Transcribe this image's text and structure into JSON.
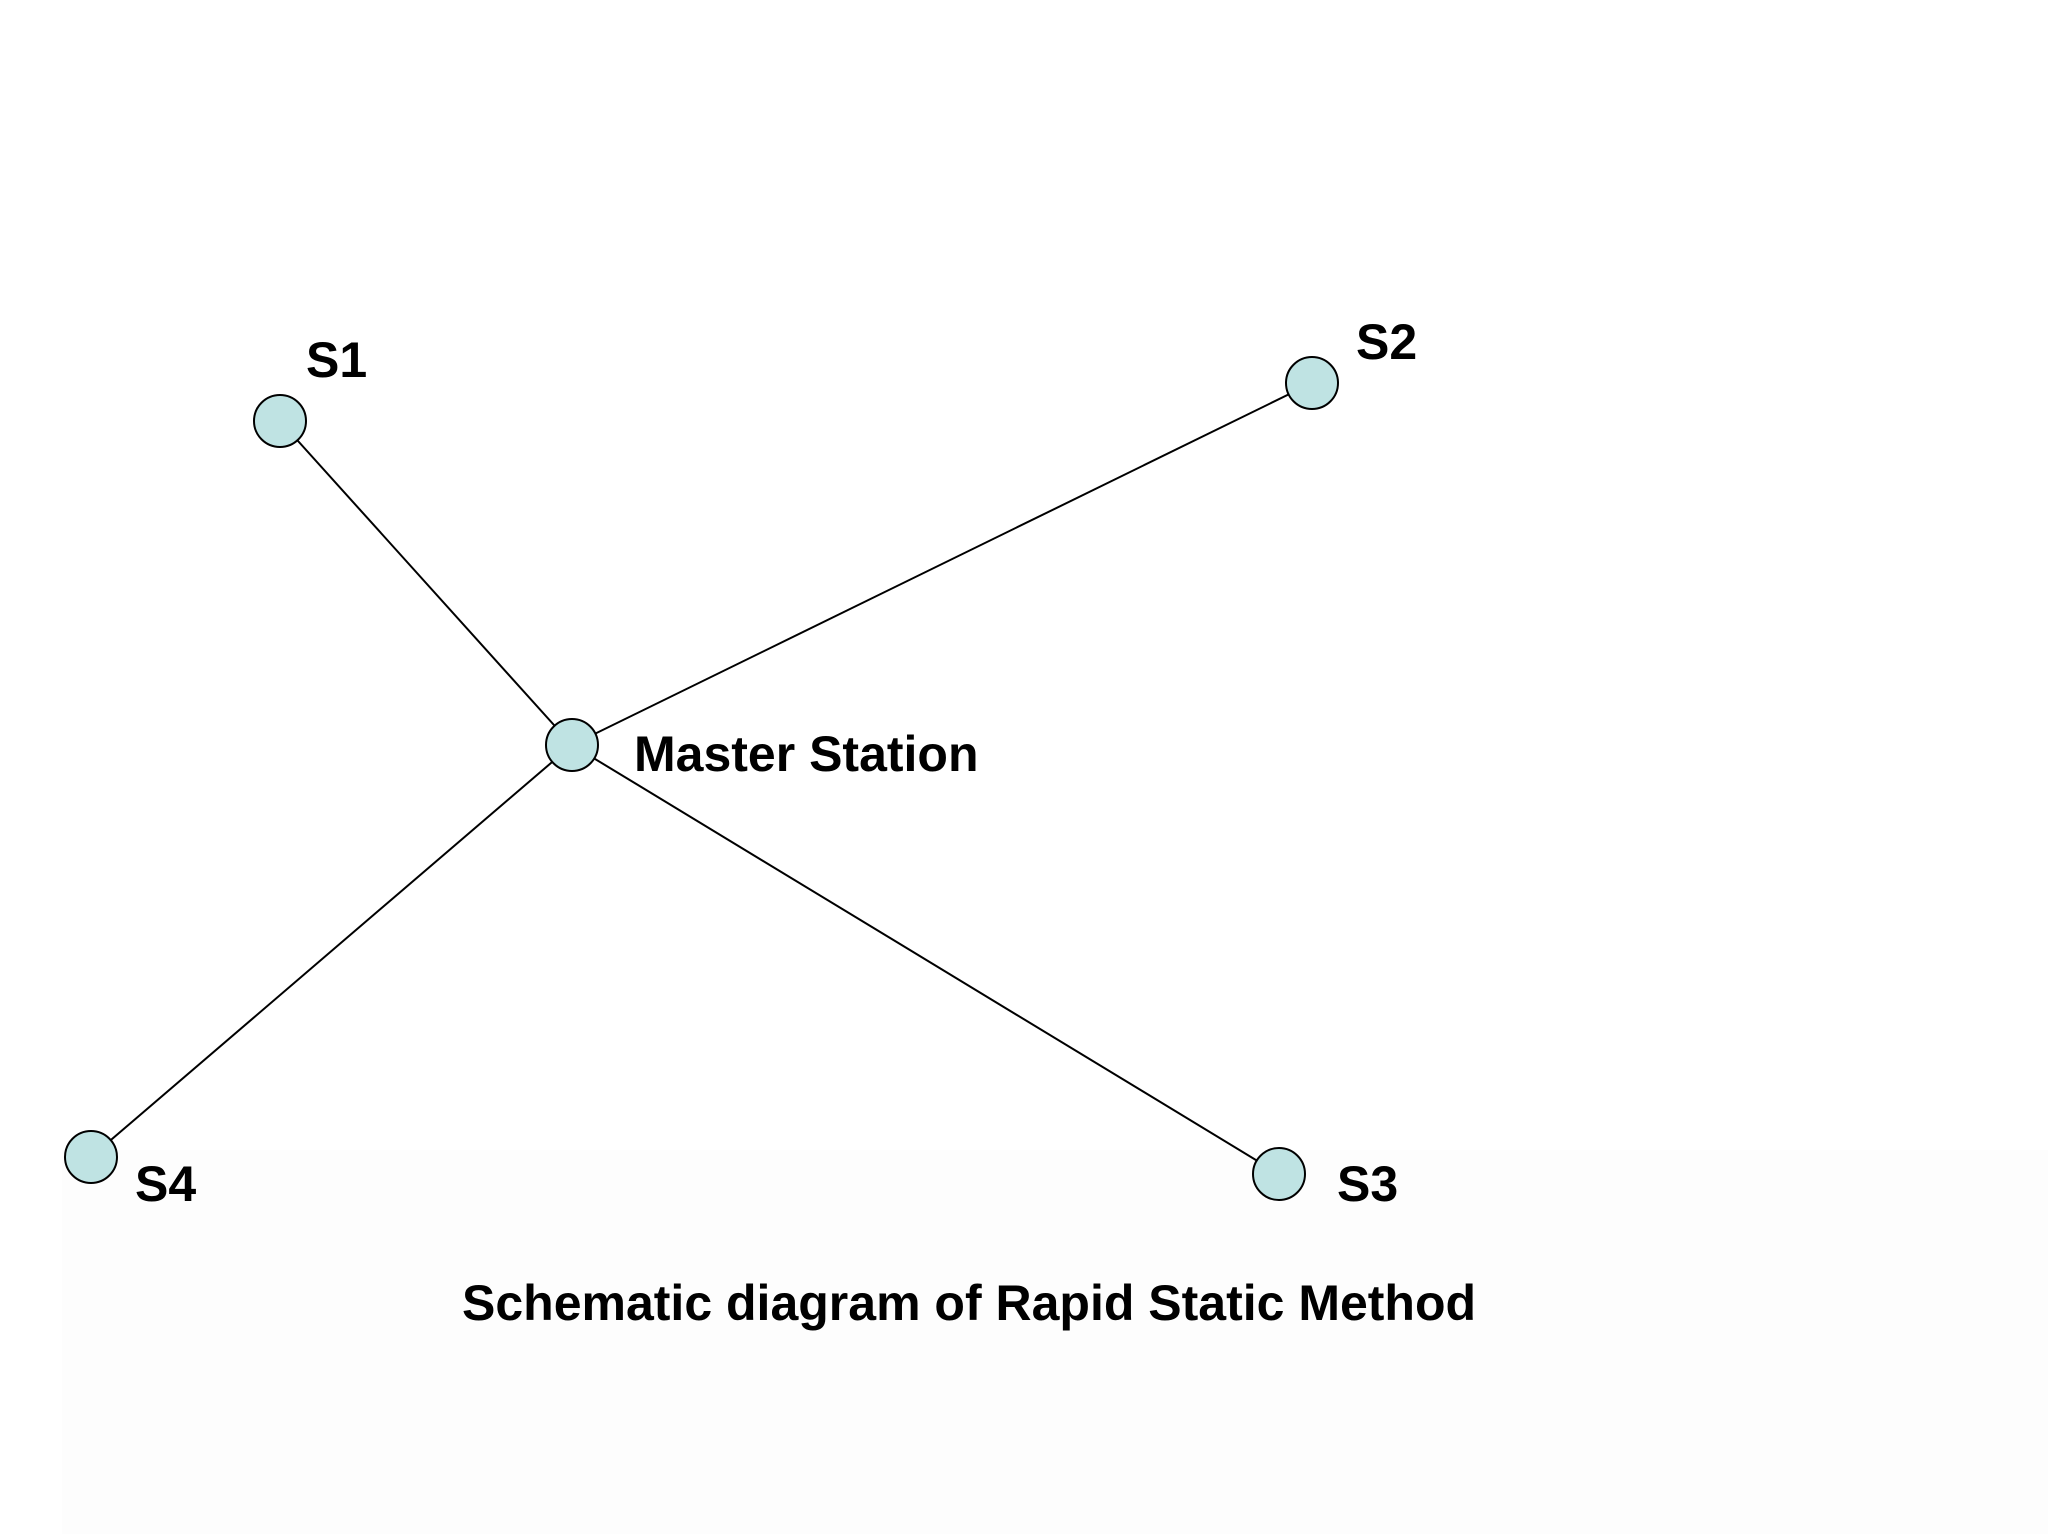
{
  "diagram": {
    "caption": "Schematic diagram of Rapid Static Method",
    "master": {
      "id": "master",
      "label": "Master Station"
    },
    "stations": [
      {
        "id": "s1",
        "label": "S1"
      },
      {
        "id": "s2",
        "label": "S2"
      },
      {
        "id": "s3",
        "label": "S3"
      },
      {
        "id": "s4",
        "label": "S4"
      }
    ],
    "edges": [
      {
        "from": "master",
        "to": "s1"
      },
      {
        "from": "master",
        "to": "s2"
      },
      {
        "from": "master",
        "to": "s3"
      },
      {
        "from": "master",
        "to": "s4"
      }
    ],
    "colors": {
      "node_fill": "#bfe3e3",
      "node_stroke": "#000000",
      "edge": "#000000",
      "text": "#000000"
    }
  }
}
